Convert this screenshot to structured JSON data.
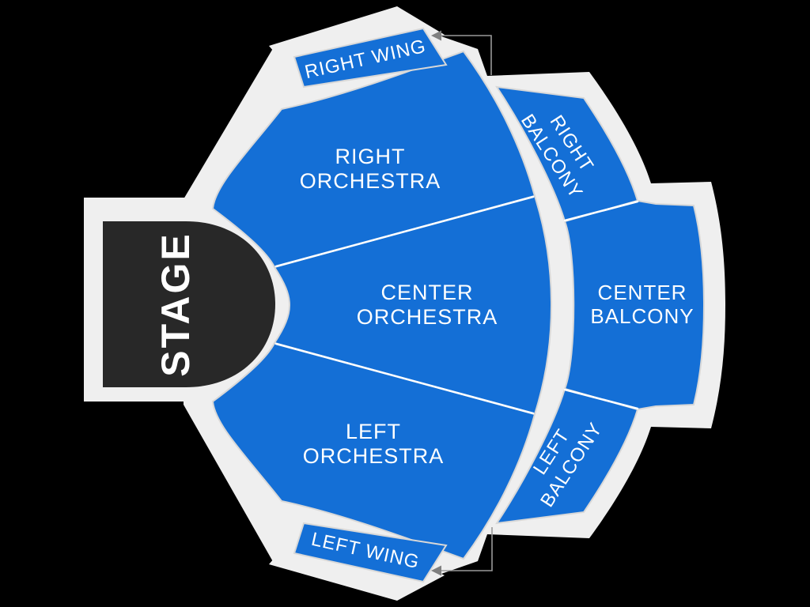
{
  "colors": {
    "background": "#000000",
    "footprint": "#efefef",
    "section_fill": "#146fd6",
    "section_border": "#d8d8d8",
    "stage_fill": "#282828",
    "label_text": "#ffffff",
    "leader_line": "#999999",
    "leader_arrow": "#808080"
  },
  "stage": {
    "label": "STAGE"
  },
  "sections": {
    "right_wing": {
      "label": "RIGHT WING"
    },
    "left_wing": {
      "label": "LEFT WING"
    },
    "right_orchestra": {
      "line1": "RIGHT",
      "line2": "ORCHESTRA"
    },
    "center_orchestra": {
      "line1": "CENTER",
      "line2": "ORCHESTRA"
    },
    "left_orchestra": {
      "line1": "LEFT",
      "line2": "ORCHESTRA"
    },
    "right_balcony": {
      "line1": "RIGHT",
      "line2": "BALCONY"
    },
    "center_balcony": {
      "line1": "CENTER",
      "line2": "BALCONY"
    },
    "left_balcony": {
      "line1": "LEFT",
      "line2": "BALCONY"
    }
  }
}
